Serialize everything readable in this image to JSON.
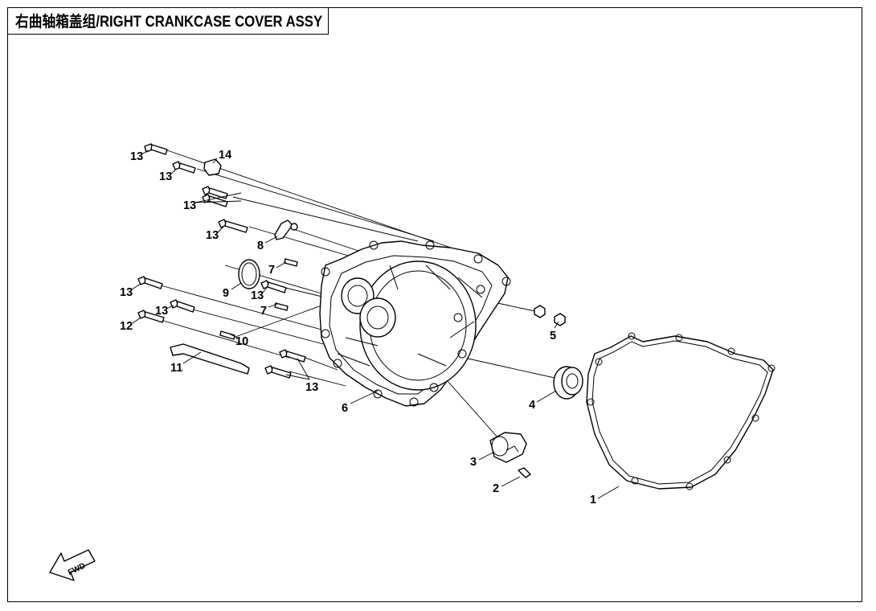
{
  "title": "右曲轴箱盖组/RIGHT CRANKCASE COVER ASSY",
  "fwd_label": "FWD",
  "callouts": [
    {
      "id": "c1",
      "text": "1"
    },
    {
      "id": "c2",
      "text": "2"
    },
    {
      "id": "c3",
      "text": "3"
    },
    {
      "id": "c4",
      "text": "4"
    },
    {
      "id": "c5",
      "text": "5"
    },
    {
      "id": "c6",
      "text": "6"
    },
    {
      "id": "c7a",
      "text": "7"
    },
    {
      "id": "c7b",
      "text": "7"
    },
    {
      "id": "c8",
      "text": "8"
    },
    {
      "id": "c9",
      "text": "9"
    },
    {
      "id": "c10",
      "text": "10"
    },
    {
      "id": "c11",
      "text": "11"
    },
    {
      "id": "c12",
      "text": "12"
    },
    {
      "id": "c13a",
      "text": "13"
    },
    {
      "id": "c13b",
      "text": "13"
    },
    {
      "id": "c13c",
      "text": "13"
    },
    {
      "id": "c13d",
      "text": "13"
    },
    {
      "id": "c13e",
      "text": "13"
    },
    {
      "id": "c13f",
      "text": "13"
    },
    {
      "id": "c13g",
      "text": "13"
    },
    {
      "id": "c13h",
      "text": "13"
    },
    {
      "id": "c14",
      "text": "14"
    }
  ]
}
